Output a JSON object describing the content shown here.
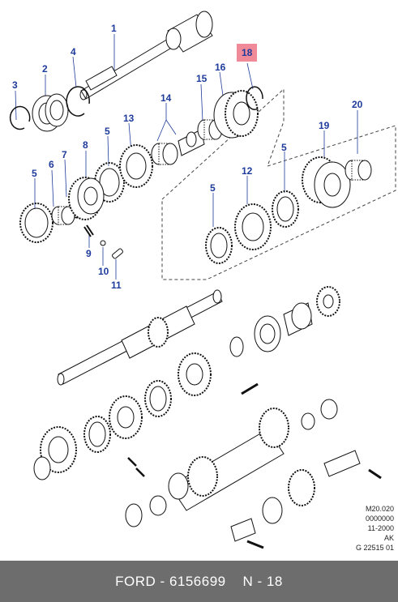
{
  "callouts": [
    {
      "id": "c1",
      "text": "1"
    },
    {
      "id": "c2",
      "text": "2"
    },
    {
      "id": "c3",
      "text": "3"
    },
    {
      "id": "c4",
      "text": "4"
    },
    {
      "id": "c5a",
      "text": "5"
    },
    {
      "id": "c5b",
      "text": "5"
    },
    {
      "id": "c5c",
      "text": "5"
    },
    {
      "id": "c5d",
      "text": "5"
    },
    {
      "id": "c6",
      "text": "6"
    },
    {
      "id": "c7",
      "text": "7"
    },
    {
      "id": "c8",
      "text": "8"
    },
    {
      "id": "c9",
      "text": "9"
    },
    {
      "id": "c10",
      "text": "10"
    },
    {
      "id": "c11",
      "text": "11"
    },
    {
      "id": "c12",
      "text": "12"
    },
    {
      "id": "c13",
      "text": "13"
    },
    {
      "id": "c14",
      "text": "14"
    },
    {
      "id": "c15",
      "text": "15"
    },
    {
      "id": "c16",
      "text": "16"
    },
    {
      "id": "c18",
      "text": "18"
    },
    {
      "id": "c19",
      "text": "19"
    },
    {
      "id": "c20",
      "text": "20"
    }
  ],
  "reference": {
    "line1": "M20.020",
    "line2": "0000000",
    "line3": "11-2000",
    "line4": "AK",
    "line5": "G 22515 01"
  },
  "footer": {
    "brand": "FORD",
    "separator": " - ",
    "part_number": "6156699",
    "position": "N - 18"
  },
  "colors": {
    "callout_text": "#1f3b9b",
    "highlight_bg": "#f08a98",
    "footer_bg": "#6d6d6d",
    "line_art": "#111111"
  }
}
